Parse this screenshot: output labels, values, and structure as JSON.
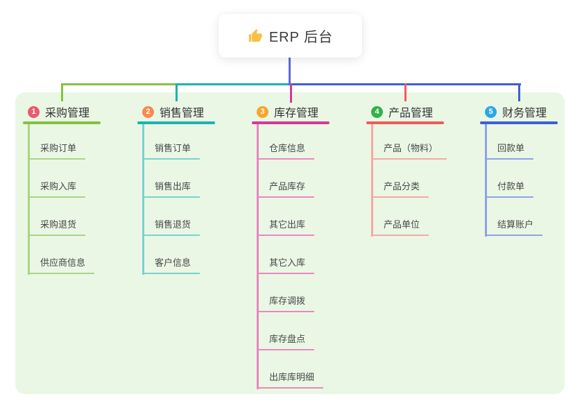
{
  "root": {
    "title": "ERP 后台",
    "icon": "thumbs-up-icon",
    "icon_color": "#F7C244",
    "line_color": "#5B68DF"
  },
  "canvas": {
    "page_bg": "#FFFFFF",
    "panel_bg": "#EAF7E5",
    "title_text_color": "#333333",
    "child_text_color": "#474747"
  },
  "branches": [
    {
      "badge": "1",
      "badge_color": "#EA5A70",
      "title": "采购管理",
      "line_color": "#84C23E",
      "child_line_color": "#A9D584",
      "children": [
        "采购订单",
        "采购入库",
        "采购退货",
        "供应商信息"
      ]
    },
    {
      "badge": "2",
      "badge_color": "#F78A4D",
      "title": "销售管理",
      "line_color": "#1BB3B0",
      "child_line_color": "#7AD2CC",
      "children": [
        "销售订单",
        "销售出库",
        "销售退货",
        "客户信息"
      ]
    },
    {
      "badge": "3",
      "badge_color": "#F7A52B",
      "title": "库存管理",
      "line_color": "#D6379B",
      "child_line_color": "#EC86C0",
      "children": [
        "仓库信息",
        "产品库存",
        "其它出库",
        "其它入库",
        "库存调拨",
        "库存盘点",
        "出库库明细"
      ]
    },
    {
      "badge": "4",
      "badge_color": "#31B24B",
      "title": "产品管理",
      "line_color": "#F25B5C",
      "child_line_color": "#F7A8A5",
      "children": [
        "产品（物料）",
        "产品分类",
        "产品单位"
      ]
    },
    {
      "badge": "5",
      "badge_color": "#2BA6E8",
      "title": "财务管理",
      "line_color": "#3D5ED9",
      "child_line_color": "#8FA2E8",
      "children": [
        "回款单",
        "付款单",
        "结算账户"
      ]
    }
  ]
}
